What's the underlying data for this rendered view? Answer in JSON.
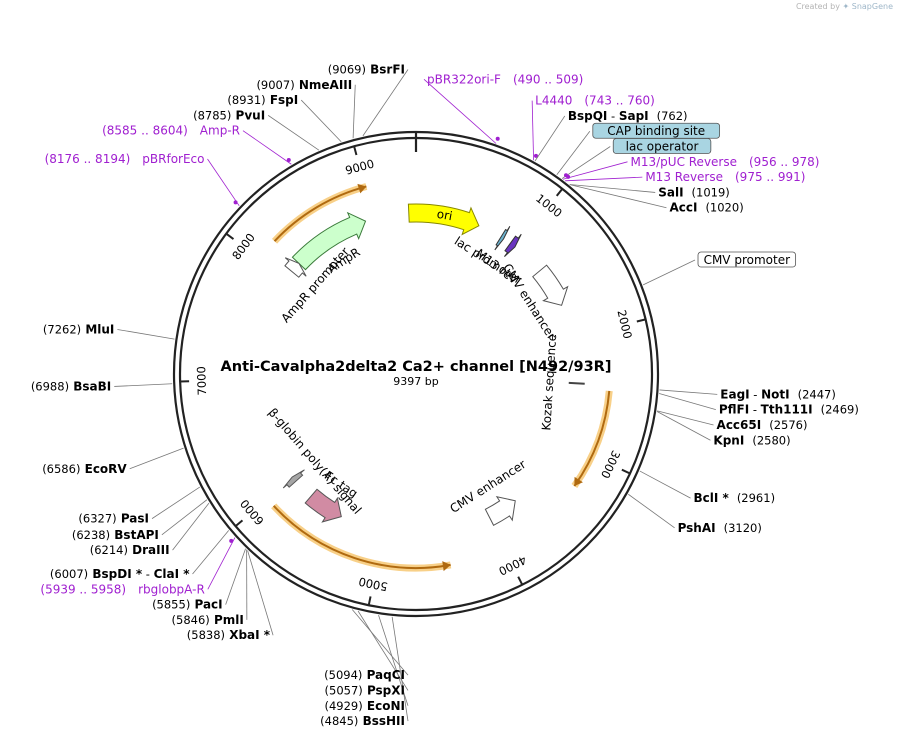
{
  "watermark": {
    "prefix": "Created by",
    "brand": "SnapGene"
  },
  "plasmid": {
    "name": "Anti-Cavalpha2delta2 Ca2+ channel [N492/93R]",
    "length_label": "9397 bp",
    "length": 9397
  },
  "ticks": [
    {
      "pos": 1000,
      "label": "1000"
    },
    {
      "pos": 2000,
      "label": "2000"
    },
    {
      "pos": 3000,
      "label": "3000"
    },
    {
      "pos": 4000,
      "label": "4000"
    },
    {
      "pos": 5000,
      "label": "5000"
    },
    {
      "pos": 6000,
      "label": "6000"
    },
    {
      "pos": 7000,
      "label": "7000"
    },
    {
      "pos": 8000,
      "label": "8000"
    },
    {
      "pos": 9000,
      "label": "9000"
    }
  ],
  "features": [
    {
      "id": "ori",
      "label": "ori",
      "start": 9330,
      "end": 600,
      "color": "#ffff00",
      "stroke": "#888800",
      "dir": 1,
      "style": "box",
      "label_inside": true
    },
    {
      "id": "lac-promoter",
      "label": "lac promoter",
      "start": 830,
      "end": 860,
      "color": "#6cb2ce",
      "stroke": "#333",
      "dir": 1,
      "style": "box"
    },
    {
      "id": "m13-rev",
      "label": "M13 rev",
      "start": 935,
      "end": 990,
      "color": "#6a35c0",
      "stroke": "#333",
      "dir": 1,
      "style": "box"
    },
    {
      "id": "cmv-enhancer-1",
      "label": "CMV enhancer",
      "start": 1310,
      "end": 1690,
      "color": "#ffffff",
      "stroke": "#555",
      "dir": 1,
      "style": "box"
    },
    {
      "id": "kozak",
      "label": "Kozak sequence",
      "start": 2436,
      "end": 2446,
      "color": "#444",
      "stroke": "#444",
      "dir": 1,
      "style": "line"
    },
    {
      "id": "cmv-enhancer-2",
      "label": "CMV enhancer",
      "start": 3705,
      "end": 3990,
      "color": "#ffffff",
      "stroke": "#555",
      "dir": -1,
      "style": "box"
    },
    {
      "id": "fc-tag",
      "label": "Fc tag",
      "start": 5420,
      "end": 5760,
      "color": "#d18ba3",
      "stroke": "#555",
      "dir": -1,
      "style": "box"
    },
    {
      "id": "beta-globin-polya",
      "label": "β-globin poly(A) signal",
      "start": 5958,
      "end": 6010,
      "color": "#a5a5a5",
      "stroke": "#555",
      "dir": 1,
      "style": "box"
    },
    {
      "id": "ampr",
      "label": "AmpR",
      "start": 8180,
      "end": 8920,
      "color": "#ccffcc",
      "stroke": "#3a7a3a",
      "dir": 1,
      "style": "box"
    },
    {
      "id": "ampr-promoter",
      "label": "AmpR promoter",
      "start": 8080,
      "end": 8180,
      "color": "#ffffff",
      "stroke": "#555",
      "dir": 1,
      "style": "box"
    }
  ],
  "orfs": [
    {
      "start": 8175,
      "end": 9010,
      "dir": 1
    },
    {
      "start": 2480,
      "end": 3270,
      "dir": 1
    },
    {
      "start": 4430,
      "end": 5930,
      "dir": -1
    }
  ],
  "primers": [
    {
      "label": "pBR322ori-F",
      "range": "(490 .. 509)",
      "pos": 500
    },
    {
      "label": "L4440",
      "range": "(743 .. 760)",
      "pos": 752
    },
    {
      "label": "M13/pUC Reverse",
      "range": "(956 .. 978)",
      "pos": 967
    },
    {
      "label": "M13 Reverse",
      "range": "(975 .. 991)",
      "pos": 983
    },
    {
      "label": "rbglobpA-R",
      "range": "(5939 .. 5958)",
      "pos": 5949
    },
    {
      "label": "Amp-R",
      "range": "(8585 .. 8604)",
      "pos": 8595
    },
    {
      "label": "pBRforEco",
      "range": "(8176 .. 8194)",
      "pos": 8185
    }
  ],
  "boxed_labels": [
    {
      "id": "cap-binding-site",
      "text": "CAP binding site",
      "pos": 920,
      "color": "#a9d5e2"
    },
    {
      "id": "lac-operator",
      "text": "lac operator",
      "pos": 960,
      "color": "#a9d5e2"
    },
    {
      "id": "cmv-promoter",
      "text": "CMV promoter",
      "pos": 1790,
      "color": "#ffffff"
    }
  ],
  "sites": [
    {
      "name": "BsrFI",
      "pos_label": "(9069)",
      "pos": 9069
    },
    {
      "name": "NmeAIII",
      "pos_label": "(9007)",
      "pos": 9007
    },
    {
      "name": "FspI",
      "pos_label": "(8931)",
      "pos": 8931
    },
    {
      "name": "PvuI",
      "pos_label": "(8785)",
      "pos": 8785
    },
    {
      "name": "BspQI",
      "name2": "SapI",
      "pos_label": "(762)",
      "pos": 762
    },
    {
      "name": "SalI",
      "pos_label": "(1019)",
      "pos": 1019
    },
    {
      "name": "AccI",
      "pos_label": "(1020)",
      "pos": 1020
    },
    {
      "name": "EagI",
      "name2": "NotI",
      "pos_label": "(2447)",
      "pos": 2447
    },
    {
      "name": "PflFI",
      "name2": "Tth111I",
      "pos_label": "(2469)",
      "pos": 2469
    },
    {
      "name": "Acc65I",
      "pos_label": "(2576)",
      "pos": 2576
    },
    {
      "name": "KpnI",
      "pos_label": "(2580)",
      "pos": 2580
    },
    {
      "name": "BclI *",
      "pos_label": "(2961)",
      "pos": 2961
    },
    {
      "name": "PshAI",
      "pos_label": "(3120)",
      "pos": 3120
    },
    {
      "name": "BssHII",
      "pos_label": "(4845)",
      "pos": 4845
    },
    {
      "name": "EcoNI",
      "pos_label": "(4929)",
      "pos": 4929
    },
    {
      "name": "PspXI",
      "pos_label": "(5057)",
      "pos": 5057
    },
    {
      "name": "PaqCI",
      "pos_label": "(5094)",
      "pos": 5094
    },
    {
      "name": "XbaI *",
      "pos_label": "(5838)",
      "pos": 5838
    },
    {
      "name": "PmlI",
      "pos_label": "(5846)",
      "pos": 5846
    },
    {
      "name": "PacI",
      "pos_label": "(5855)",
      "pos": 5855
    },
    {
      "name": "BspDI *",
      "name2": "ClaI *",
      "pos_label": "(6007)",
      "pos": 6007
    },
    {
      "name": "DraIII",
      "pos_label": "(6214)",
      "pos": 6214
    },
    {
      "name": "BstAPI",
      "pos_label": "(6238)",
      "pos": 6238
    },
    {
      "name": "PasI",
      "pos_label": "(6327)",
      "pos": 6327
    },
    {
      "name": "EcoRV",
      "pos_label": "(6586)",
      "pos": 6586
    },
    {
      "name": "BsaBI",
      "pos_label": "(6988)",
      "pos": 6988
    },
    {
      "name": "MluI",
      "pos_label": "(7262)",
      "pos": 7262
    }
  ]
}
